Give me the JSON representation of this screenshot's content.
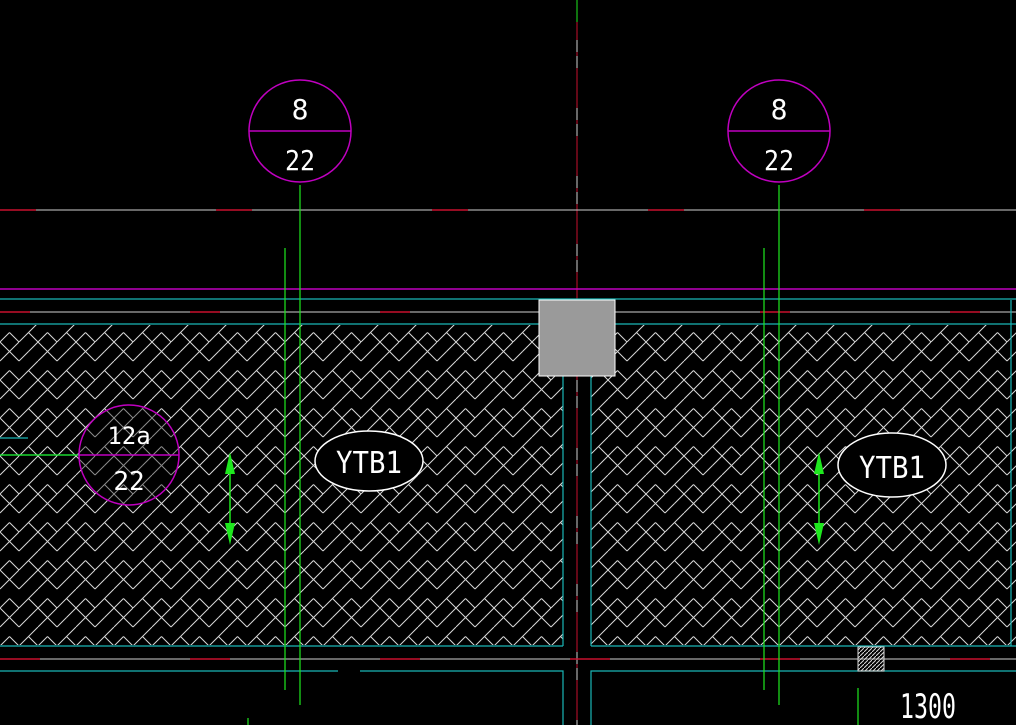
{
  "colors": {
    "background": "#000000",
    "axis_white": "#cfcfcf",
    "axis_red": "#c8102e",
    "magenta": "#c000c0",
    "cyan": "#19b6b6",
    "green": "#1ee81e",
    "hatch": "#d8d8d8",
    "column_fill": "#9a9a9a",
    "text": "#ffffff"
  },
  "beam_markers": [
    {
      "top": "8",
      "bottom": "22"
    },
    {
      "top": "8",
      "bottom": "22"
    }
  ],
  "slab_marker": {
    "top": "12a",
    "bottom": "22"
  },
  "slab_labels": [
    "YTB1",
    "YTB1"
  ],
  "dimension_text": "1300",
  "icons": {
    "span_arrow": "double-headed-arrow-icon",
    "small_hatch": "hatched-square-icon"
  }
}
